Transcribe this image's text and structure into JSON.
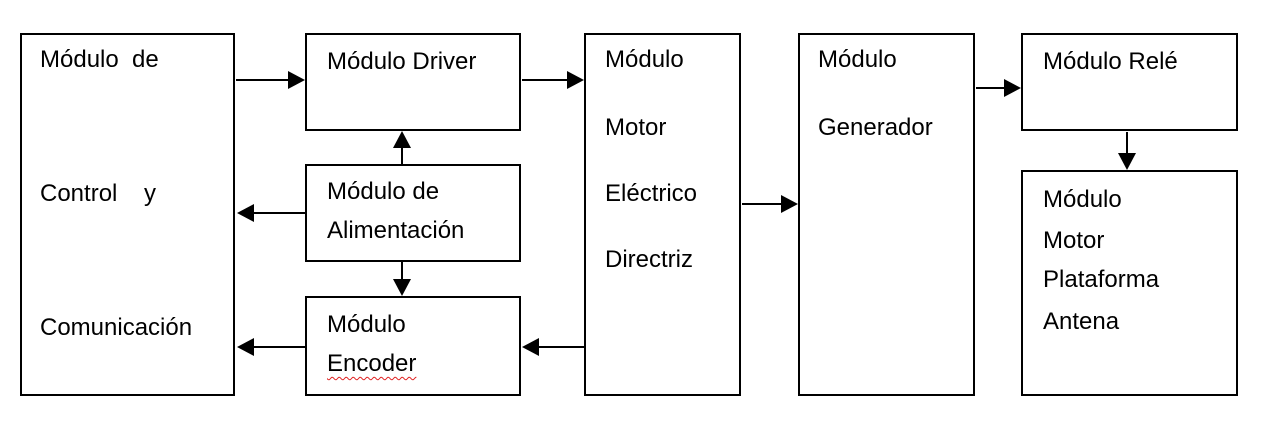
{
  "blocks": {
    "control": {
      "line1": "Módulo  de",
      "line2": "Control    y",
      "line3": "Comunicación"
    },
    "driver": {
      "line1": "Módulo Driver"
    },
    "alimentacion": {
      "line1": "Módulo de",
      "line2": "Alimentación"
    },
    "encoder": {
      "line1": "Módulo",
      "line2": "Encoder"
    },
    "motor": {
      "line1": "Módulo",
      "line2": "Motor",
      "line3": "Eléctrico",
      "line4": "Directriz"
    },
    "generador": {
      "line1": "Módulo",
      "line2": "Generador"
    },
    "rele": {
      "line1": "Módulo Relé"
    },
    "plataforma": {
      "line1": "Módulo",
      "line2": "Motor",
      "line3": "Plataforma",
      "line4": "Antena"
    }
  },
  "colors": {
    "line": "#000000",
    "spellcheck_underline": "#e02020"
  }
}
